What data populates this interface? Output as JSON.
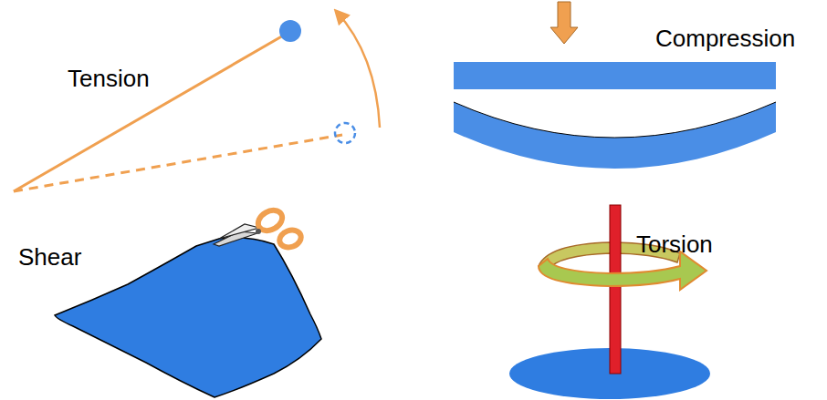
{
  "diagram": {
    "labels": [
      "Tension",
      "Compression",
      "Shear",
      "Torsion"
    ]
  }
}
